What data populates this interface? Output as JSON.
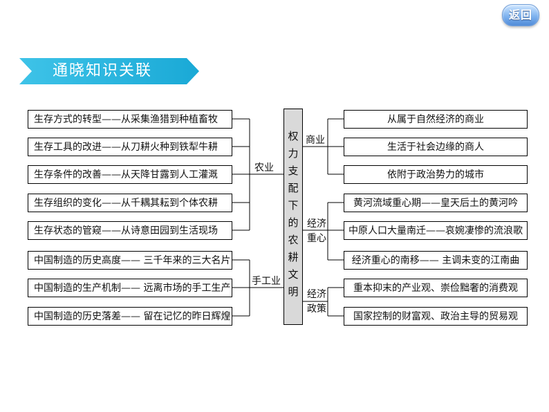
{
  "back_button": {
    "label": "返回"
  },
  "banner": {
    "title": "通晓知识关联"
  },
  "center": {
    "chars": [
      "权",
      "力",
      "支",
      "配",
      "下",
      "的",
      "农",
      "耕",
      "文",
      "明"
    ]
  },
  "labels": {
    "agriculture": "农业",
    "handicraft": "手工业",
    "commerce": "商业",
    "economic_center_top": "经济",
    "economic_center_bottom": "重心",
    "economic_policy_top": "经济",
    "economic_policy_bottom": "政策"
  },
  "agriculture_items": [
    "生存方式的转型——从采集渔猎到种植畜牧",
    "生存工具的改进——从刀耕火种到铁犁牛耕",
    "生存条件的改善——从天降甘露到人工灌溉",
    "生存组织的变化——从千耦其耘到个体农耕",
    "生存状态的管窥——从诗意田园到生活现场"
  ],
  "handicraft_items": [
    "中国制造的历史高度—— 三千年来的三大名片",
    "中国制造的生产机制—— 远离市场的手工生产",
    "中国制造的历史落差—— 留在记忆的昨日辉煌"
  ],
  "commerce_items": [
    "从属于自然经济的商业",
    "生活于社会边缘的商人",
    "依附于政治势力的城市"
  ],
  "economic_center_items": [
    "黄河流域重心期——皇天后土的黄河吟",
    "中原人口大量南迁——哀婉凄惨的流浪歌",
    "经济重心的南移—— 主调未变的江南曲"
  ],
  "economic_policy_items": [
    "重本抑末的产业观、崇俭黜奢的消费观",
    "国家控制的财富观、政治主导的贸易观"
  ]
}
